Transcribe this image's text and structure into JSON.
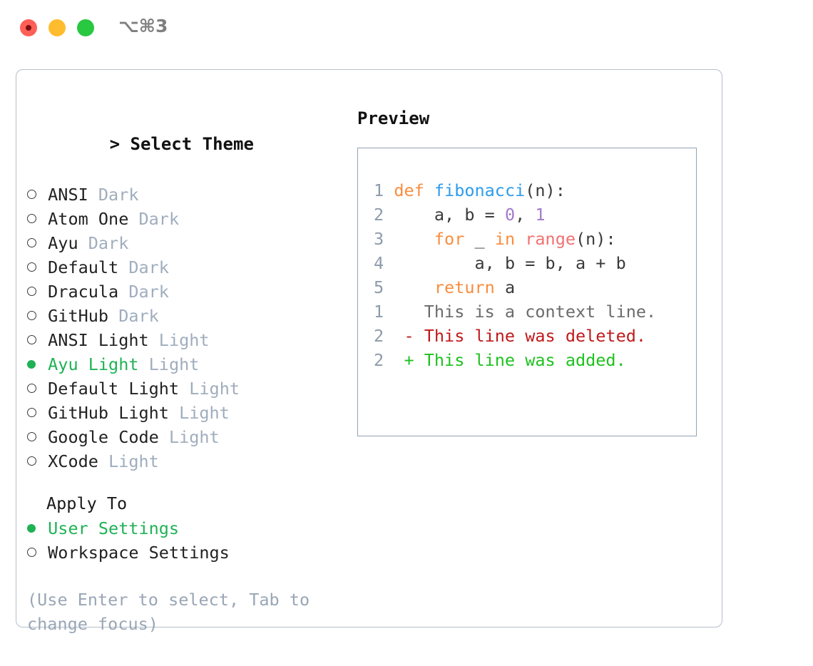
{
  "window": {
    "shortcut_label": "⌥⌘3",
    "traffic_lights": {
      "close": "#ff5f57",
      "minimize": "#febc2e",
      "maximize": "#28c840"
    }
  },
  "colors": {
    "accent_green": "#1fb255",
    "muted": "#9fadbd",
    "panel_border": "#b6bfca",
    "preview_border": "#94a2b3",
    "keyword": "#fa8d3e",
    "function": "#2d9ceb",
    "number": "#a37acc",
    "call": "#f07171",
    "lineno": "#8d9bab",
    "diff_context": "#6b6b6b",
    "diff_delete": "#c1191b",
    "diff_add": "#1fc11f"
  },
  "theme_section": {
    "prefix": "> ",
    "title": "Select Theme",
    "items": [
      {
        "name": "ANSI",
        "kind": "Dark",
        "selected": false
      },
      {
        "name": "Atom One",
        "kind": "Dark",
        "selected": false
      },
      {
        "name": "Ayu",
        "kind": "Dark",
        "selected": false
      },
      {
        "name": "Default",
        "kind": "Dark",
        "selected": false
      },
      {
        "name": "Dracula",
        "kind": "Dark",
        "selected": false
      },
      {
        "name": "GitHub",
        "kind": "Dark",
        "selected": false
      },
      {
        "name": "ANSI Light",
        "kind": "Light",
        "selected": false
      },
      {
        "name": "Ayu Light",
        "kind": "Light",
        "selected": true
      },
      {
        "name": "Default Light",
        "kind": "Light",
        "selected": false
      },
      {
        "name": "GitHub Light",
        "kind": "Light",
        "selected": false
      },
      {
        "name": "Google Code",
        "kind": "Light",
        "selected": false
      },
      {
        "name": "XCode",
        "kind": "Light",
        "selected": false
      }
    ]
  },
  "apply_to_section": {
    "title": "Apply To",
    "items": [
      {
        "label": "User Settings",
        "selected": true
      },
      {
        "label": "Workspace Settings",
        "selected": false
      }
    ]
  },
  "hint": "(Use Enter to select, Tab to change focus)",
  "preview": {
    "title": "Preview",
    "code_lines": [
      {
        "no": "1",
        "tokens": [
          {
            "t": "def",
            "c": "tok-kw"
          },
          {
            "t": " ",
            "c": "tok-txt"
          },
          {
            "t": "fibonacci",
            "c": "tok-fn"
          },
          {
            "t": "(n):",
            "c": "tok-txt"
          }
        ]
      },
      {
        "no": "2",
        "tokens": [
          {
            "t": "    a, b = ",
            "c": "tok-txt"
          },
          {
            "t": "0",
            "c": "tok-num"
          },
          {
            "t": ", ",
            "c": "tok-txt"
          },
          {
            "t": "1",
            "c": "tok-num"
          }
        ]
      },
      {
        "no": "3",
        "tokens": [
          {
            "t": "    ",
            "c": "tok-txt"
          },
          {
            "t": "for",
            "c": "tok-kw"
          },
          {
            "t": " _ ",
            "c": "tok-txt"
          },
          {
            "t": "in",
            "c": "tok-kw"
          },
          {
            "t": " ",
            "c": "tok-txt"
          },
          {
            "t": "range",
            "c": "tok-call"
          },
          {
            "t": "(n):",
            "c": "tok-txt"
          }
        ]
      },
      {
        "no": "4",
        "tokens": [
          {
            "t": "        a, b = b, a + b",
            "c": "tok-txt"
          }
        ]
      },
      {
        "no": "5",
        "tokens": [
          {
            "t": "    ",
            "c": "tok-txt"
          },
          {
            "t": "return",
            "c": "tok-kw"
          },
          {
            "t": " a",
            "c": "tok-txt"
          }
        ]
      }
    ],
    "diff_lines": [
      {
        "no": "1",
        "marker": " ",
        "text": "This is a context line.",
        "cls": "diff-ctx"
      },
      {
        "no": "2",
        "marker": "-",
        "text": "This line was deleted.",
        "cls": "diff-del"
      },
      {
        "no": "2",
        "marker": "+",
        "text": "This line was added.",
        "cls": "diff-add"
      }
    ]
  }
}
